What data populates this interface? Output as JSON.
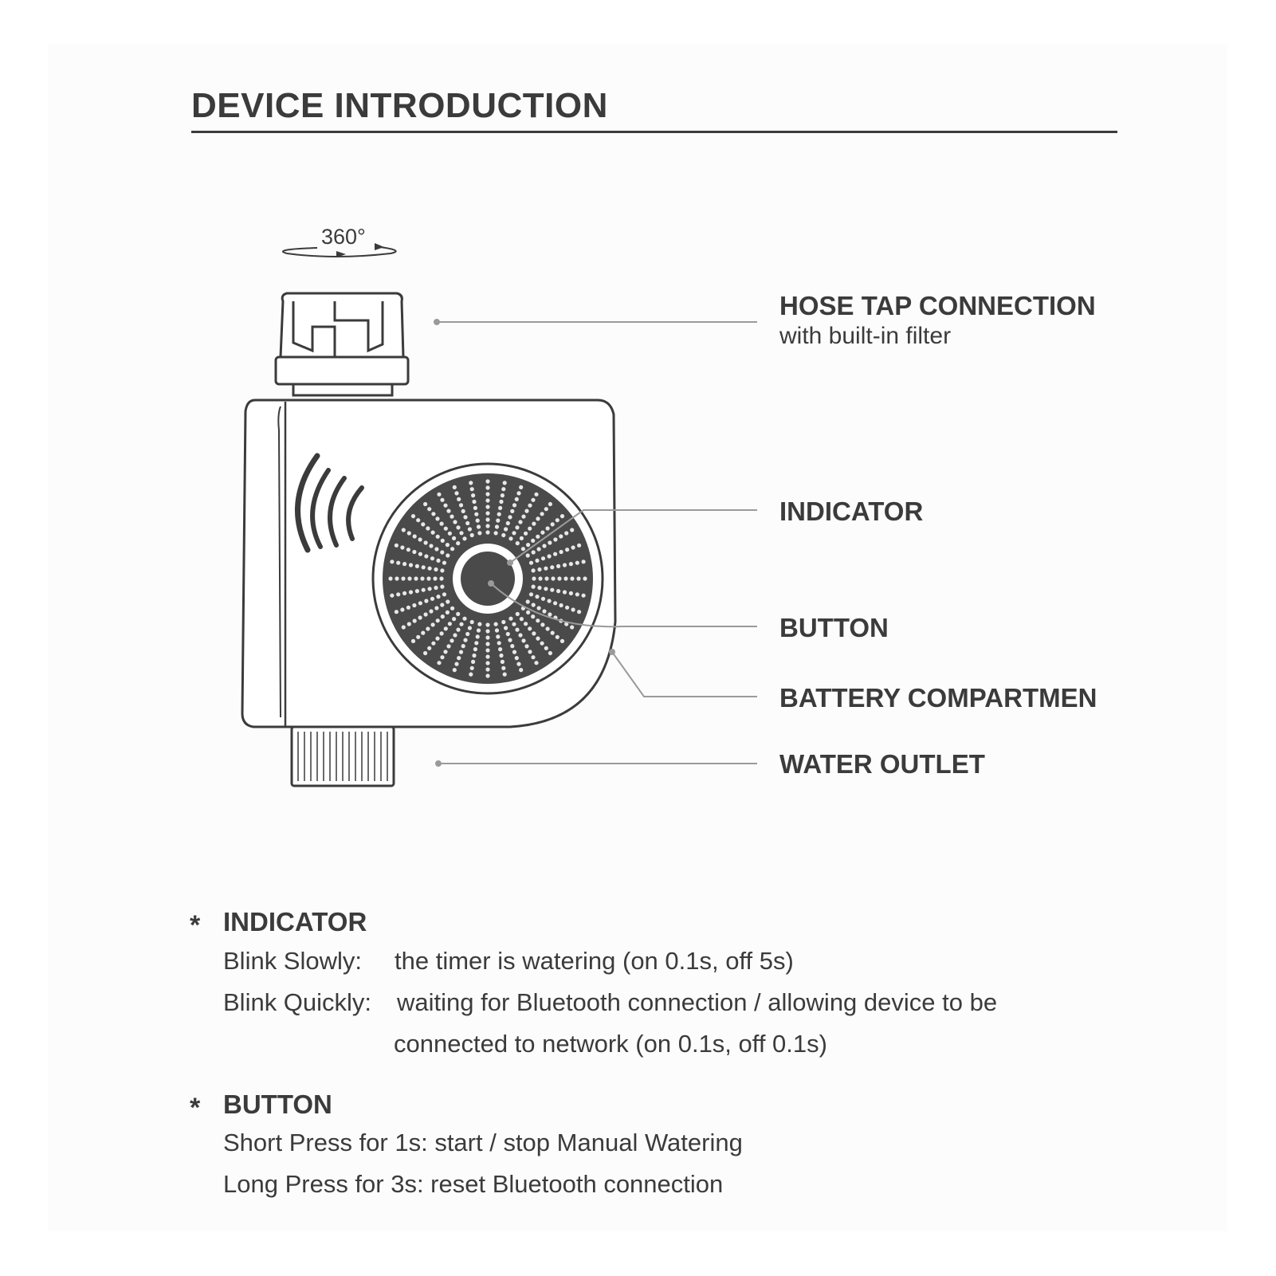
{
  "header": {
    "title": "DEVICE INTRODUCTION"
  },
  "diagram": {
    "rotation_label": "360°",
    "callouts": {
      "hose_tap": {
        "label": "HOSE TAP CONNECTION",
        "sub": "with built-in filter"
      },
      "indicator": {
        "label": "INDICATOR"
      },
      "button": {
        "label": "BUTTON"
      },
      "battery": {
        "label": "BATTERY COMPARTMEN"
      },
      "outlet": {
        "label": "WATER OUTLET"
      }
    },
    "colors": {
      "ink": "#3b3b3b",
      "dial": "#4a4a4a",
      "line": "#9a9a9a"
    }
  },
  "sections": {
    "indicator": {
      "star": "*",
      "title": "INDICATOR",
      "lines": [
        {
          "term": "Blink Slowly:",
          "text": "the timer is watering (on 0.1s, off 5s)"
        },
        {
          "term": "Blink Quickly:",
          "text": "waiting for Bluetooth connection / allowing device to be"
        },
        {
          "term": "",
          "text": "connected to network (on 0.1s, off 0.1s)"
        }
      ]
    },
    "button": {
      "star": "*",
      "title": "BUTTON",
      "lines": [
        {
          "text": "Short Press for 1s: start / stop Manual Watering"
        },
        {
          "text": "Long Press for 3s: reset Bluetooth connection"
        }
      ]
    }
  }
}
